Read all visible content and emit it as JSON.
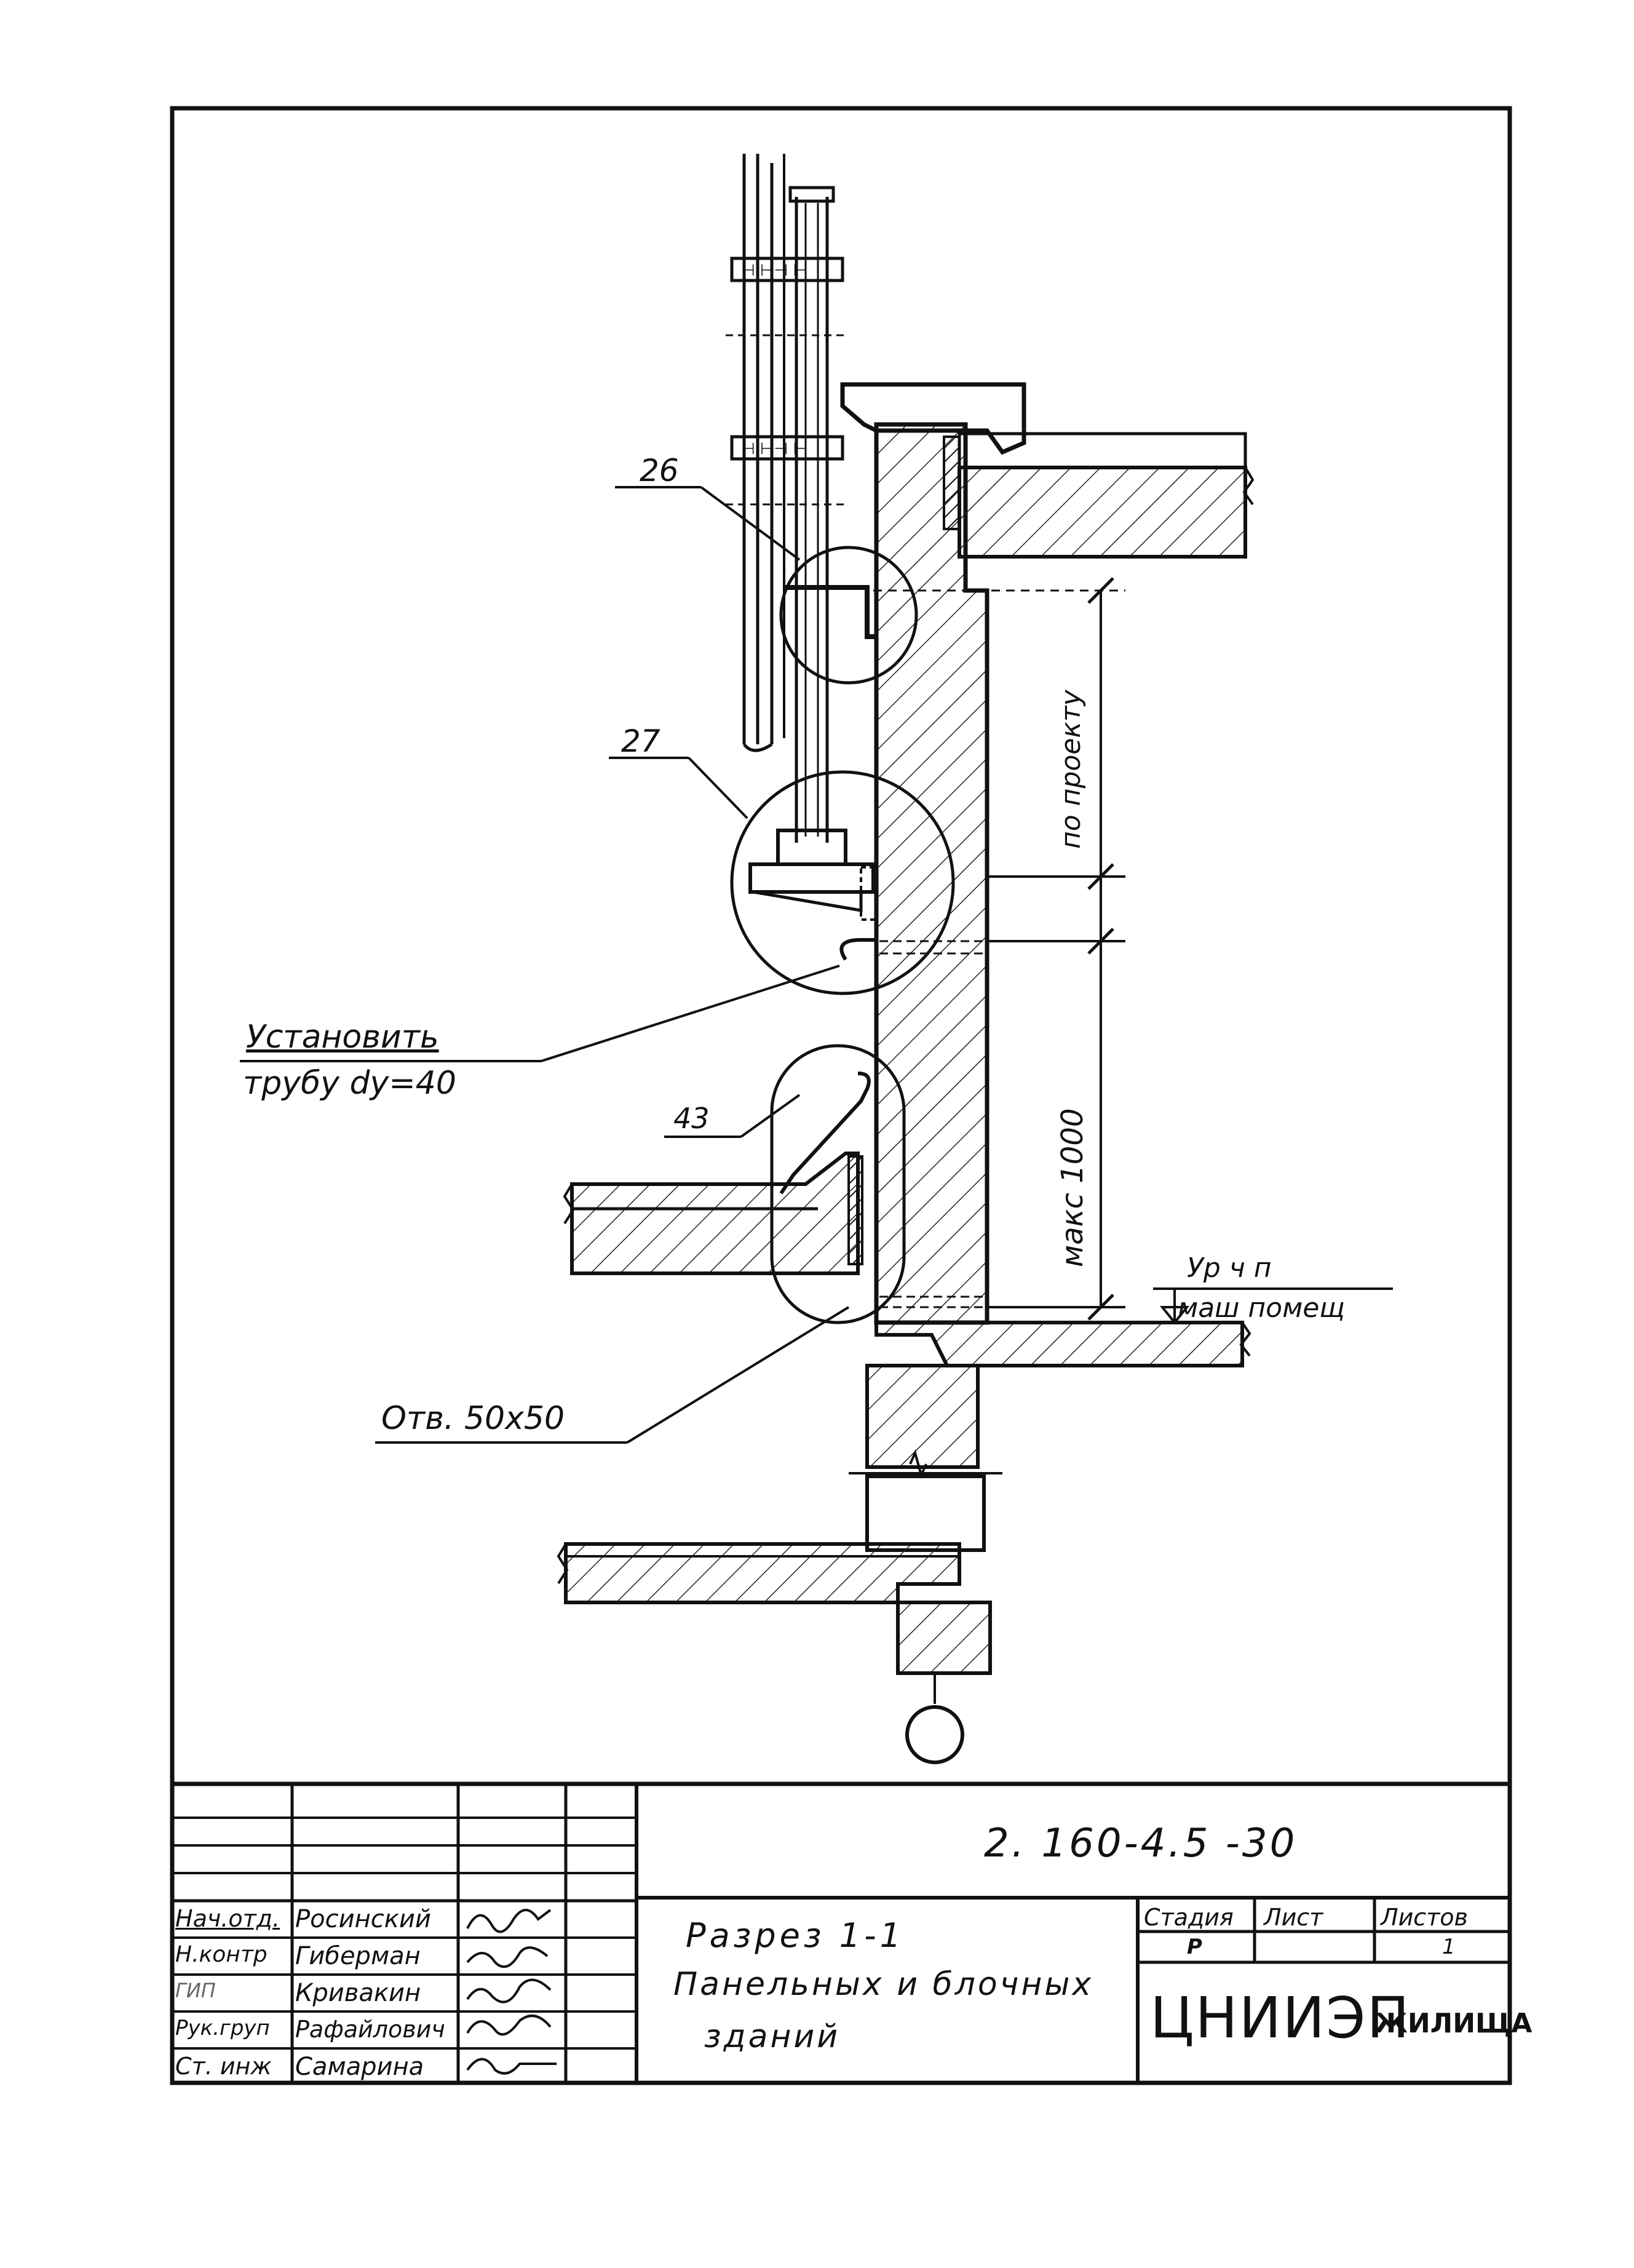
{
  "drawing": {
    "callouts": {
      "c26": "26",
      "c27": "27",
      "c43": "43"
    },
    "note_pipe_line1": "Установить",
    "note_pipe_line2": "трубу  dy=40",
    "note_hole": "Отв. 50х50",
    "dim_top": "по проекту",
    "dim_bottom": "макс 1000",
    "level_line1": "Ур ч п",
    "level_line2": "маш помещ"
  },
  "title_block": {
    "code": "2. 160-4.5  -30",
    "title_line1": "Разрез  1-1",
    "title_line2": "Панельных  и блочных",
    "title_line3": "зданий",
    "stage_header": "Стадия",
    "sheet_header": "Лист",
    "sheets_header": "Листов",
    "stage_value": "Р",
    "sheets_value": "1",
    "org_main": "ЦНИИЭП",
    "org_sub": "ЖИЛИЩА",
    "roles": [
      {
        "role": "Нач.отд.",
        "name": "Росинский"
      },
      {
        "role": "Н.контр",
        "name": "Гиберман"
      },
      {
        "role": "ГИП",
        "name": "Кривакин"
      },
      {
        "role": "Рук.груп",
        "name": "Рафайлович"
      },
      {
        "role": "Ст. инж",
        "name": "Самарина"
      }
    ]
  }
}
